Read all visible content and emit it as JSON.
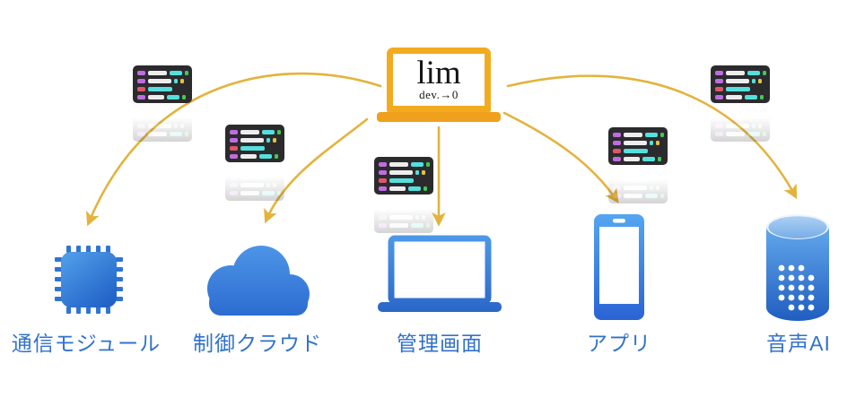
{
  "diagram": {
    "center": {
      "title": "lim",
      "subscript": "dev.→0",
      "icon": "laptop-outline"
    },
    "nodes": [
      {
        "id": "module",
        "label": "通信モジュール",
        "icon": "chip-icon"
      },
      {
        "id": "cloud",
        "label": "制御クラウド",
        "icon": "cloud-icon"
      },
      {
        "id": "screen",
        "label": "管理画面",
        "icon": "laptop-icon"
      },
      {
        "id": "app",
        "label": "アプリ",
        "icon": "smartphone-icon"
      },
      {
        "id": "voice",
        "label": "音声AI",
        "icon": "smart-speaker-icon"
      }
    ],
    "code_icon": {
      "name": "code-snippet-icon",
      "count": 5
    },
    "colors": {
      "arrow": "#E3B33C",
      "laptop_orange": "#F2AB1F",
      "laptop_base": "#EFA01C",
      "node_blue": "#3072CC",
      "code_bg": "#2B2B2E",
      "code_purple": "#C06CE0",
      "code_red": "#E0556A",
      "code_cyan": "#55E0DD",
      "code_white": "#EDEDED",
      "code_green": "#45C852",
      "code_yellow": "#E3C23F"
    }
  }
}
